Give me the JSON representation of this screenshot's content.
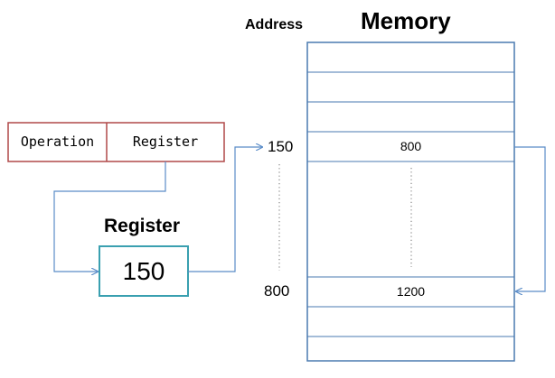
{
  "address_heading": "Address",
  "memory_heading": "Memory",
  "register_heading": "Register",
  "instruction": {
    "fields": [
      "Operation",
      "Register"
    ]
  },
  "register_value": "150",
  "addresses": [
    "150",
    "800"
  ],
  "memory_values": [
    "800",
    "1200"
  ],
  "colors": {
    "instruction_border": "#b04848",
    "memory_border": "#4a7ab0",
    "register_border": "#3aa0b0",
    "arrow": "#5a8cc8",
    "dots": "#888888"
  }
}
